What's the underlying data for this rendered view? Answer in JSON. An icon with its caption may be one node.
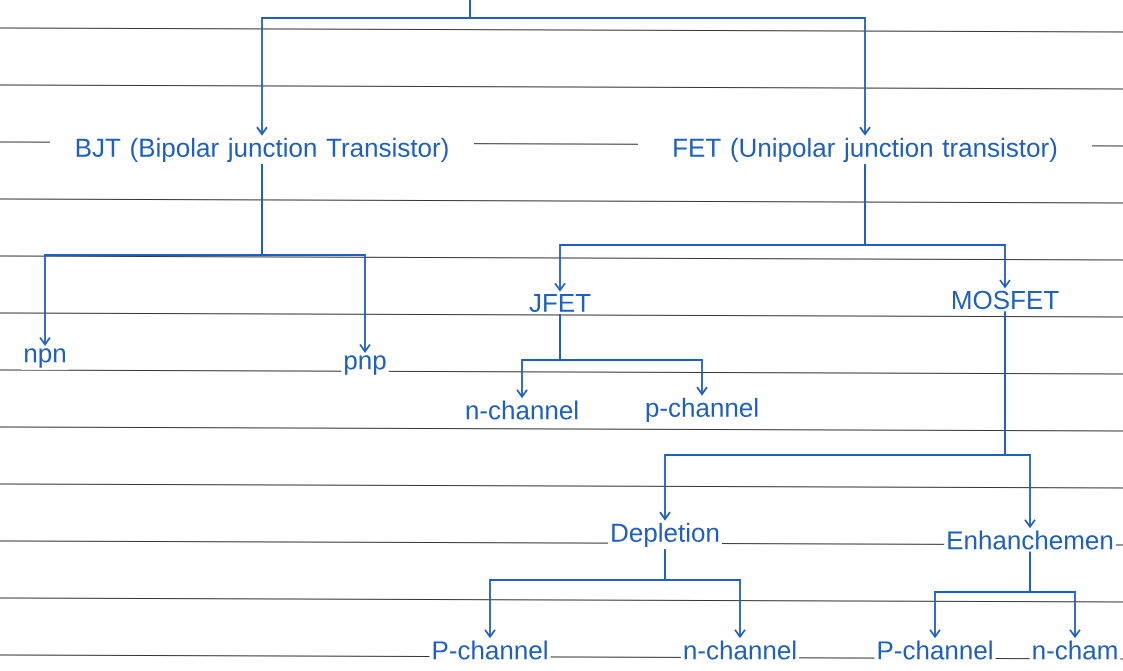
{
  "diagram": {
    "nodes": [
      {
        "text": [
          "BJT (Bipolar junction Transistor)"
        ]
      },
      {
        "text": [
          "FET (Unipolar junction transistor)"
        ]
      },
      {
        "text": [
          "npn"
        ]
      },
      {
        "text": [
          "pnp"
        ]
      },
      {
        "text": [
          "JFET"
        ]
      },
      {
        "text": [
          "MOSFET"
        ]
      },
      {
        "text": [
          "n-channel"
        ]
      },
      {
        "text": [
          "p-channel"
        ]
      },
      {
        "text": [
          "Depletion"
        ]
      },
      {
        "text": [
          "Enhanchemen"
        ]
      },
      {
        "text": [
          "P-channel"
        ]
      },
      {
        "text": [
          "n-channel"
        ]
      },
      {
        "text": [
          "P-channel"
        ]
      },
      {
        "text": [
          "n-cham"
        ]
      }
    ],
    "edges": [
      {
        "from": null,
        "to": 0,
        "arrow": "to"
      },
      {
        "from": null,
        "to": 1,
        "arrow": "to"
      },
      {
        "from": 0,
        "to": 2,
        "arrow": "to"
      },
      {
        "from": 0,
        "to": 3,
        "arrow": "to"
      },
      {
        "from": 1,
        "to": 4,
        "arrow": "to"
      },
      {
        "from": 1,
        "to": 5,
        "arrow": "to"
      },
      {
        "from": 4,
        "to": 6,
        "arrow": "to"
      },
      {
        "from": 4,
        "to": 7,
        "arrow": "to"
      },
      {
        "from": 5,
        "to": 8,
        "arrow": "to"
      },
      {
        "from": 5,
        "to": 9,
        "arrow": "to"
      },
      {
        "from": 8,
        "to": 10,
        "arrow": "to"
      },
      {
        "from": 8,
        "to": 11,
        "arrow": "to"
      },
      {
        "from": 9,
        "to": 12,
        "arrow": "to"
      },
      {
        "from": 9,
        "to": 13,
        "arrow": "to"
      }
    ]
  }
}
